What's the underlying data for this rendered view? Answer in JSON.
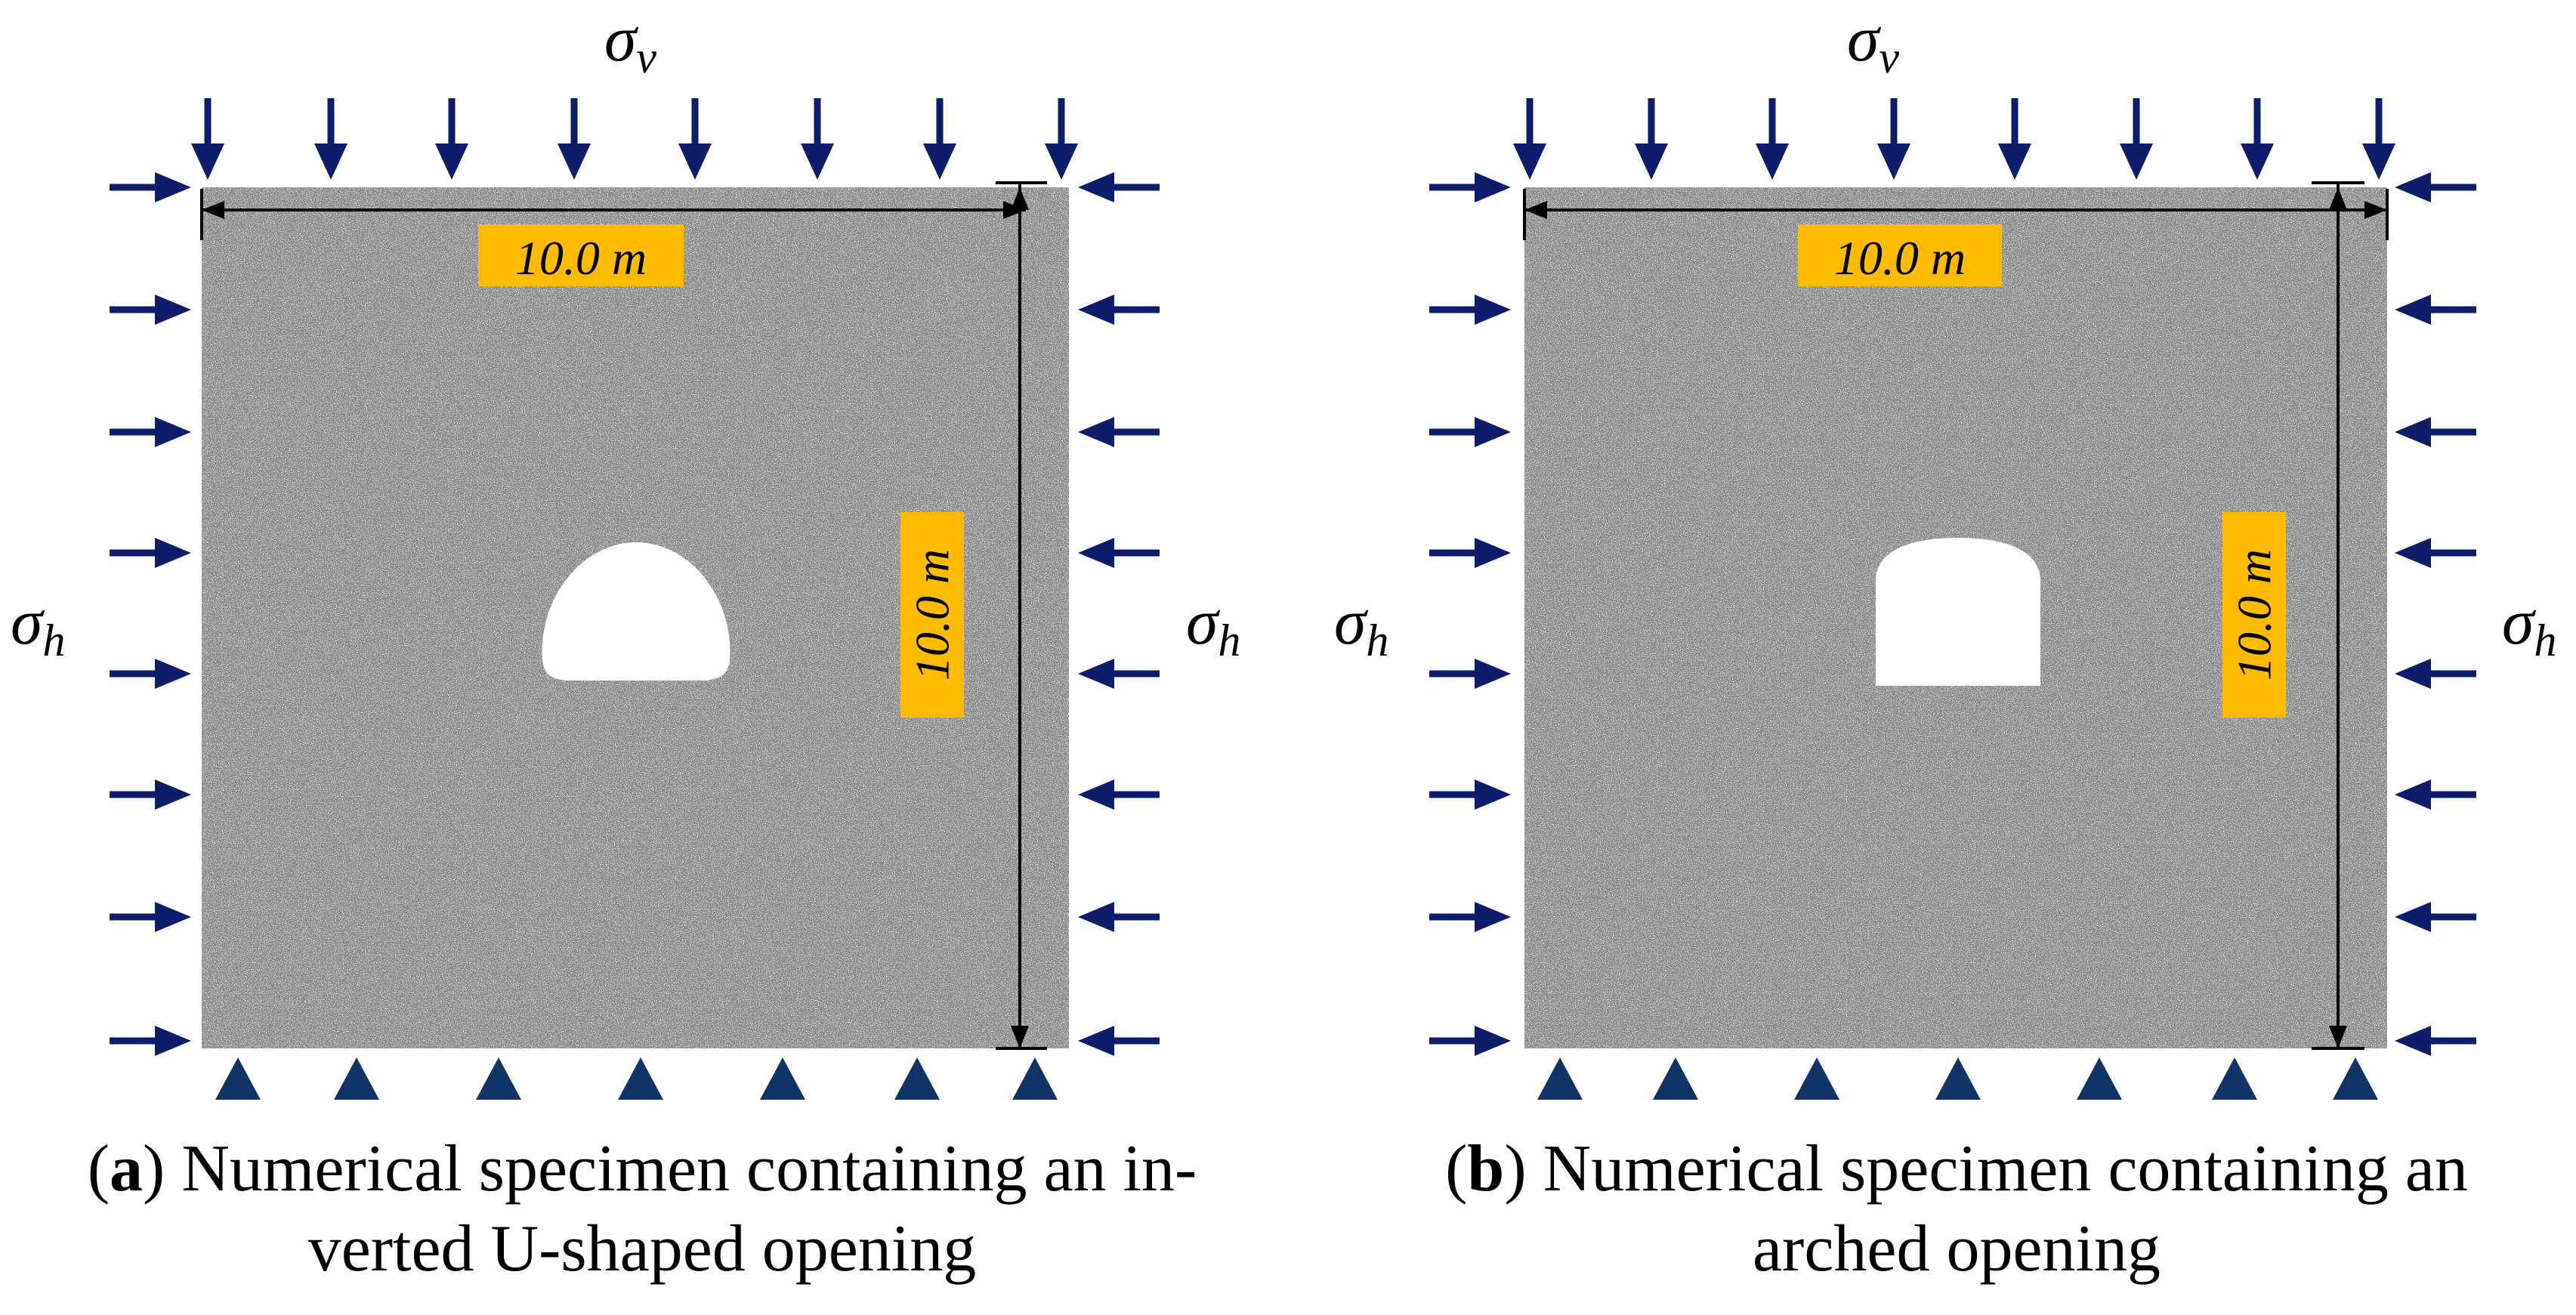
{
  "colors": {
    "arrow": "#0d1d6b",
    "support": "#0f3465",
    "specimen": "#8a8a8a",
    "label_box": "#ffbb00",
    "dim_line": "#000000"
  },
  "panels": [
    {
      "id": "a",
      "opening_shape": "inverted-U",
      "sigma_v": "σ",
      "sigma_v_sub": "v",
      "sigma_h": "σ",
      "sigma_h_sub": "h",
      "width_label": "10.0 m",
      "height_label": "10.0 m",
      "caption_letter": "a",
      "caption_line1": ") Numerical specimen containing an in-",
      "caption_line2": "verted U-shaped opening"
    },
    {
      "id": "b",
      "opening_shape": "arched",
      "sigma_v": "σ",
      "sigma_v_sub": "v",
      "sigma_h": "σ",
      "sigma_h_sub": "h",
      "width_label": "10.0 m",
      "height_label": "10.0 m",
      "caption_letter": "b",
      "caption_line1": ") Numerical specimen containing an",
      "caption_line2": "arched opening"
    }
  ]
}
